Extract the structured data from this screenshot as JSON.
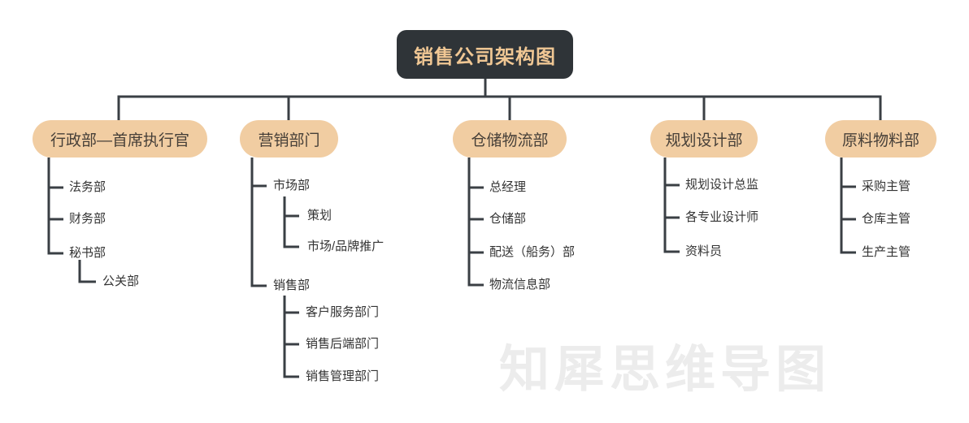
{
  "app": {
    "watermark": "知犀思维导图"
  },
  "colors": {
    "root_bg": "#2f3438",
    "root_text": "#f0c794",
    "branch_bg": "#f1cda2",
    "branch_text": "#463f38",
    "line": "#3a3f44",
    "text": "#333333",
    "watermark": "#ececec",
    "canvas_bg": "#ffffff"
  },
  "tree": {
    "root": {
      "label": "销售公司架构图"
    },
    "branches": [
      {
        "label": "行政部—首席执行官",
        "children": [
          {
            "label": "法务部"
          },
          {
            "label": "财务部"
          },
          {
            "label": "秘书部",
            "children": [
              {
                "label": "公关部"
              }
            ]
          }
        ]
      },
      {
        "label": "营销部门",
        "children": [
          {
            "label": "市场部",
            "children": [
              {
                "label": "策划"
              },
              {
                "label": "市场/品牌推广"
              }
            ]
          },
          {
            "label": "销售部",
            "children": [
              {
                "label": "客户服务部门"
              },
              {
                "label": "销售后端部门"
              },
              {
                "label": "销售管理部门"
              }
            ]
          }
        ]
      },
      {
        "label": "仓储物流部",
        "children": [
          {
            "label": "总经理"
          },
          {
            "label": "仓储部"
          },
          {
            "label": "配送（船务）部"
          },
          {
            "label": "物流信息部"
          }
        ]
      },
      {
        "label": "规划设计部",
        "children": [
          {
            "label": "规划设计总监"
          },
          {
            "label": "各专业设计师"
          },
          {
            "label": "资料员"
          }
        ]
      },
      {
        "label": "原料物料部",
        "children": [
          {
            "label": "采购主管"
          },
          {
            "label": "仓库主管"
          },
          {
            "label": "生产主管"
          }
        ]
      }
    ]
  }
}
